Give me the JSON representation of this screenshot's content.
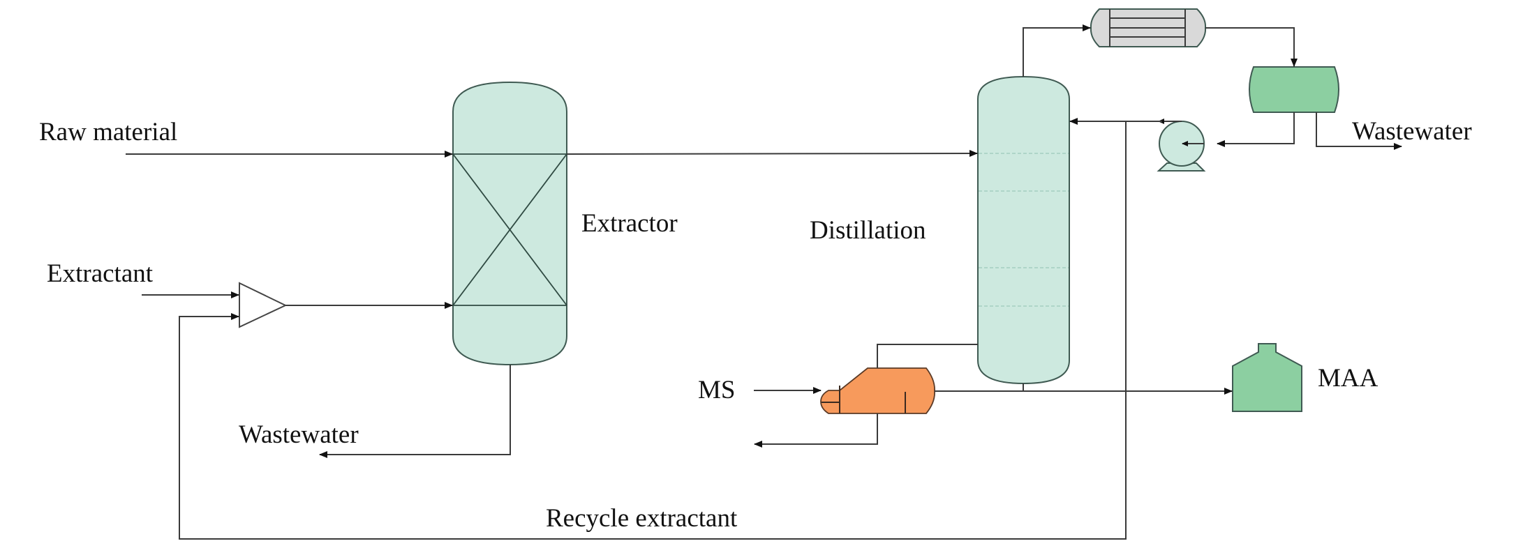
{
  "title": "Extractive distillation process flow diagram for MAA recovery",
  "labels": {
    "raw_material": "Raw material",
    "extractant": "Extractant",
    "extractor": "Extractor",
    "distillation": "Distillation",
    "wastewater_extractor": "Wastewater",
    "wastewater_decanter": "Wastewater",
    "ms": "MS",
    "maa": "MAA",
    "recycle_extractant": "Recycle extractant"
  },
  "equipment": [
    {
      "id": "mixer",
      "type": "mixer-triangle"
    },
    {
      "id": "extractor",
      "type": "packed-column",
      "label": "Extractor"
    },
    {
      "id": "distillation",
      "type": "tray-column",
      "label": "Distillation"
    },
    {
      "id": "condenser",
      "type": "shell-tube-exchanger"
    },
    {
      "id": "reflux-drum",
      "type": "horizontal-drum"
    },
    {
      "id": "reflux-pump",
      "type": "centrifugal-pump"
    },
    {
      "id": "reboiler",
      "type": "kettle-reboiler"
    },
    {
      "id": "maa-tank",
      "type": "product-tank",
      "label": "MAA"
    }
  ],
  "streams": [
    {
      "from": "Raw material",
      "to": "extractor"
    },
    {
      "from": "Extractant",
      "to": "mixer"
    },
    {
      "from": "mixer",
      "to": "extractor"
    },
    {
      "from": "extractor",
      "to": "distillation"
    },
    {
      "from": "extractor",
      "to": "Wastewater"
    },
    {
      "from": "distillation",
      "to": "condenser"
    },
    {
      "from": "condenser",
      "to": "reflux-drum"
    },
    {
      "from": "reflux-drum",
      "to": "reflux-pump"
    },
    {
      "from": "reflux-drum",
      "to": "Wastewater"
    },
    {
      "from": "reflux-pump",
      "to": "distillation"
    },
    {
      "from": "reflux-pump",
      "to": "mixer",
      "label": "Recycle extractant"
    },
    {
      "from": "MS",
      "to": "reboiler"
    },
    {
      "from": "distillation",
      "to": "maa-tank"
    }
  ],
  "colors": {
    "column_fill": "#cde9df",
    "drum_fill": "#8ccfa1",
    "reboiler_fill": "#f79a5c",
    "condenser_fill": "#d9d9d9",
    "line": "#3a3a3a"
  }
}
